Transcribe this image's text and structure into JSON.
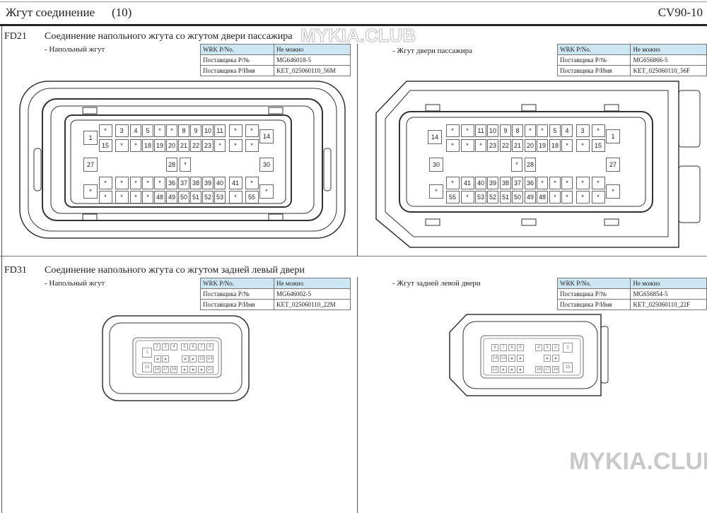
{
  "header": {
    "title": "Жгут соединение",
    "number": "(10)",
    "code": "CV90-10"
  },
  "watermark": "MYKIA.CLUB",
  "table_headers": [
    "WRK P/No.",
    "Поставщика P/№",
    "Поставщика P/Имя"
  ],
  "sections": [
    {
      "id": "FD21",
      "title": "Соединение напольного жгута со жгутом двери пассажира",
      "left": {
        "label": "- Напольный жгут",
        "wrk": "Не можно",
        "part_no": "MG646018-5",
        "part_name": "KET_025060110_56M"
      },
      "right": {
        "label": "- Жгут двери пассажира",
        "wrk": "Не можно",
        "part_no": "MG656866-5",
        "part_name": "KET_025060110_56F"
      }
    },
    {
      "id": "FD31",
      "title": "Соединение напольного жгута со жгутом задней левый двери",
      "left": {
        "label": "- Напольный жгут",
        "wrk": "Не можно",
        "part_no": "MG646002-5",
        "part_name": "KET_025060110_22M"
      },
      "right": {
        "label": "- Жгут задней левой двери",
        "wrk": "Не можно",
        "part_no": "MG656854-5",
        "part_name": "KET_025060110_22F"
      }
    }
  ],
  "connectors": {
    "fd21_m": {
      "rows": [
        [
          "*",
          "3",
          "4",
          "5",
          "*",
          "*",
          "8",
          "9",
          "10",
          "11",
          "*",
          "*"
        ],
        [
          "15",
          "*",
          "*",
          "18",
          "19",
          "20",
          "21",
          "22",
          "23",
          "*",
          "*",
          "*"
        ],
        [
          "*",
          "*",
          "*",
          "*",
          "*",
          "36",
          "37",
          "38",
          "39",
          "40",
          "41",
          "*"
        ],
        [
          "*",
          "*",
          "*",
          "*",
          "48",
          "49",
          "50",
          "51",
          "52",
          "53",
          "*",
          "55"
        ]
      ],
      "extra": [
        "1",
        "14",
        "27",
        "30",
        "28",
        "*",
        "*",
        "*"
      ]
    },
    "fd21_f": {
      "rows": [
        [
          "*",
          "*",
          "11",
          "10",
          "9",
          "8",
          "*",
          "*",
          "5",
          "4",
          "3",
          "*"
        ],
        [
          "*",
          "*",
          "*",
          "23",
          "22",
          "21",
          "20",
          "19",
          "18",
          "*",
          "*",
          "15"
        ],
        [
          "*",
          "41",
          "40",
          "39",
          "38",
          "37",
          "36",
          "*",
          "*",
          "*",
          "*",
          "*"
        ],
        [
          "55",
          "*",
          "53",
          "52",
          "51",
          "50",
          "49",
          "48",
          "*",
          "*",
          "*",
          "*"
        ]
      ],
      "extra": [
        "14",
        "1",
        "30",
        "*",
        "28",
        "27",
        "*",
        "*"
      ]
    },
    "fd31_m": {
      "pins": [
        "1",
        "2",
        "3",
        "4",
        "5",
        "6",
        "7",
        "8",
        "★",
        "★",
        "★",
        "★",
        "13",
        "14",
        "15",
        "16",
        "17",
        "18",
        "★",
        "★",
        "★",
        "22"
      ]
    },
    "fd31_f": {
      "pins": [
        "8",
        "7",
        "6",
        "5",
        "4",
        "3",
        "2",
        "1",
        "14",
        "13",
        "★",
        "★",
        "★",
        "★",
        "22",
        "★",
        "★",
        "★",
        "18",
        "17",
        "16",
        "15"
      ]
    }
  }
}
